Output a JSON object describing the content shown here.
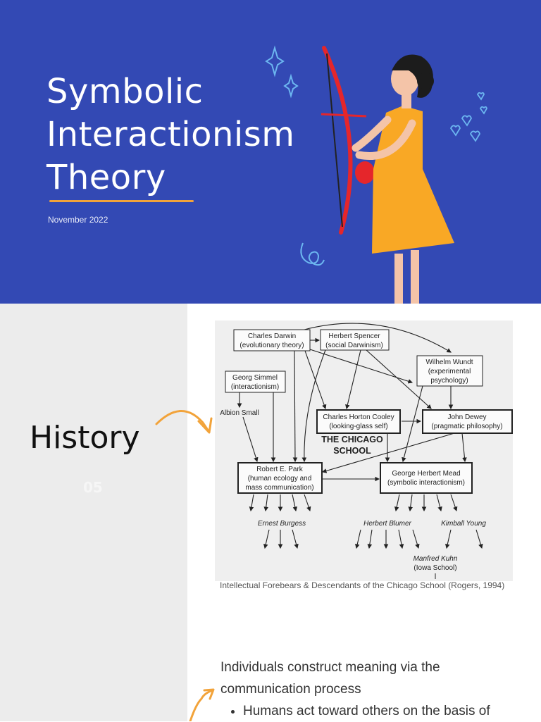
{
  "hero": {
    "title_lines": [
      "Symbolic",
      "Interactionism",
      "Theory"
    ],
    "date": "November 2022",
    "background_color": "#3349b4",
    "accent_color": "#f2a33a"
  },
  "history": {
    "heading": "History",
    "slide_number": "05"
  },
  "diagram": {
    "boxes": {
      "darwin": [
        "Charles Darwin",
        "(evolutionary theory)"
      ],
      "spencer": [
        "Herbert Spencer",
        "(social Darwinism)"
      ],
      "wundt": [
        "Wilhelm Wundt",
        "(experimental",
        "psychology)"
      ],
      "simmel": [
        "Georg Simmel",
        "(interactionism)"
      ],
      "cooley": [
        "Charles Horton Cooley",
        "(looking-glass self)"
      ],
      "dewey": [
        "John Dewey",
        "(pragmatic philosophy)"
      ],
      "park": [
        "Robert E. Park",
        "(human ecology and",
        "mass communication)"
      ],
      "mead": [
        "George Herbert Mead",
        "(symbolic interactionism)"
      ]
    },
    "labels": {
      "albion_small": "Albion Small",
      "chicago_school": [
        "THE CHICAGO",
        "SCHOOL"
      ],
      "ernest_burgess": "Ernest Burgess",
      "herbert_blumer": "Herbert Blumer",
      "kimball_young": "Kimball Young",
      "manfred_kuhn": [
        "Manfred  Kuhn",
        "(Iowa School)"
      ]
    },
    "caption": "Intellectual Forebears & Descendants of the Chicago School (Rogers, 1994)"
  },
  "assumptions": {
    "intro_lines": [
      "Individuals construct meaning via the",
      "communication process"
    ],
    "bullets": [
      "Humans act toward others on the basis of"
    ]
  }
}
